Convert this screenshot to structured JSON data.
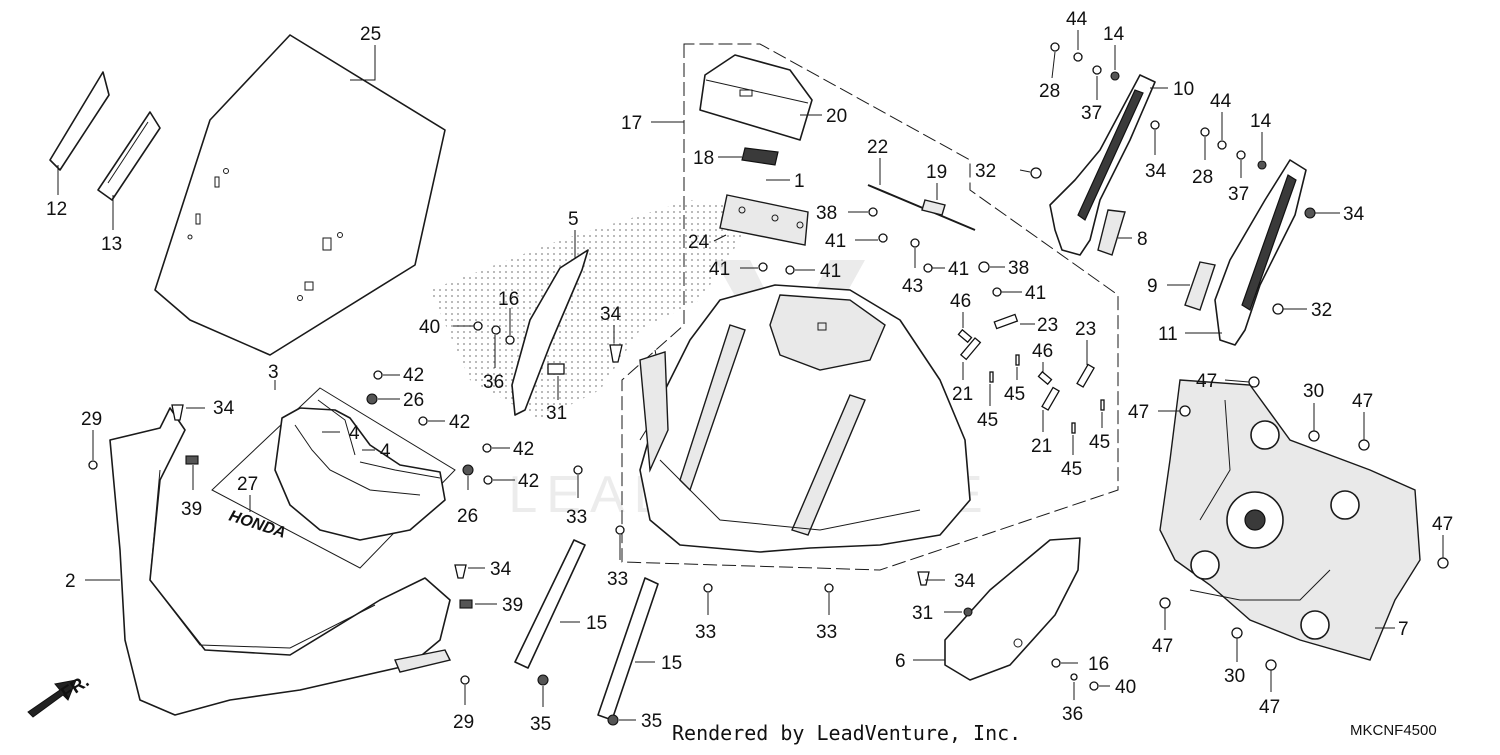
{
  "diagram": {
    "watermark": "LEADVENTURE",
    "footer": "Rendered by LeadVenture, Inc.",
    "code": "MKCNF4500",
    "direction": "FR.",
    "decal_text": "HONDA",
    "callouts": {
      "c25": "25",
      "c12": "12",
      "c13": "13",
      "c5": "5",
      "c16a": "16",
      "c40a": "40",
      "c36a": "36",
      "c42a": "42",
      "c26a": "26",
      "c42b": "42",
      "c42c": "42",
      "c42d": "42",
      "c26b": "26",
      "c3": "3",
      "c4a": "4",
      "c4b": "4",
      "c27": "27",
      "c34a": "34",
      "c29a": "29",
      "c39a": "39",
      "c2": "2",
      "c34b": "34",
      "c39b": "39",
      "c29b": "29",
      "c34c": "34",
      "c31a": "31",
      "c33a": "33",
      "c33b": "33",
      "c15a": "15",
      "c15b": "15",
      "c35a": "35",
      "c35b": "35",
      "c33c": "33",
      "c33d": "33",
      "c17": "17",
      "c20": "20",
      "c18": "18",
      "c1": "1",
      "c24": "24",
      "c41a": "41",
      "c41b": "41",
      "c22": "22",
      "c19": "19",
      "c38a": "38",
      "c41c": "41",
      "c43": "43",
      "c41d": "41",
      "c38b": "38",
      "c41e": "41",
      "c46a": "46",
      "c23a": "23",
      "c21a": "21",
      "c45a": "45",
      "c46b": "46",
      "c45b": "45",
      "c23b": "23",
      "c21b": "21",
      "c45c": "45",
      "c45d": "45",
      "c34d": "34",
      "c31b": "31",
      "c6": "6",
      "c16b": "16",
      "c40b": "40",
      "c36b": "36",
      "c44a": "44",
      "c14a": "14",
      "c28a": "28",
      "c37a": "37",
      "c10": "10",
      "c32a": "32",
      "c34e": "34",
      "c8": "8",
      "c44b": "44",
      "c14b": "14",
      "c28b": "28",
      "c37b": "37",
      "c34f": "34",
      "c9": "9",
      "c32b": "32",
      "c11": "11",
      "c47a": "47",
      "c47b": "47",
      "c30a": "30",
      "c47c": "47",
      "c47d": "47",
      "c47e": "47",
      "c7": "7",
      "c30b": "30",
      "c47f": "47"
    }
  }
}
